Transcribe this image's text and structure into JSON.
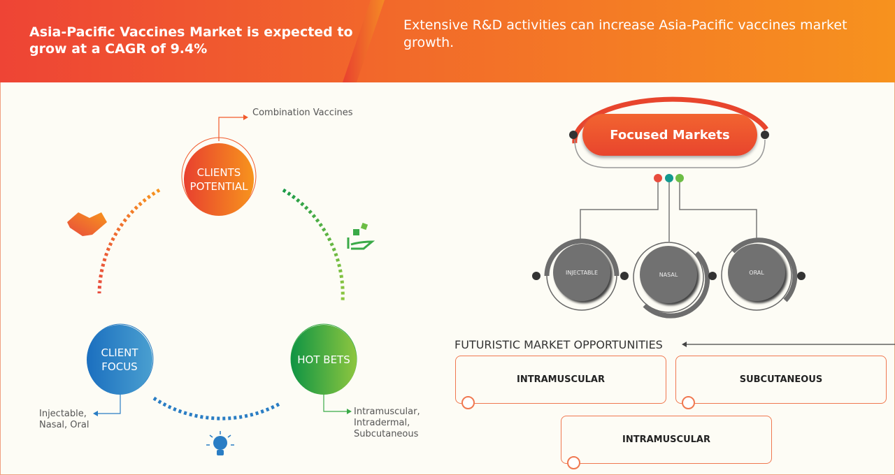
{
  "header": {
    "left_title": "Asia-Pacific Vaccines Market is expected to grow at a CAGR of 9.4%",
    "right_text": "Extensive R&D activities can increase Asia-Pacific vaccines market growth."
  },
  "cycle": {
    "clients_potential": {
      "label": "CLIENTS POTENTIAL",
      "note": "Combination Vaccines",
      "color": "#f15a2b"
    },
    "client_focus": {
      "label": "CLIENT FOCUS",
      "note": "Injectable, Nasal, Oral",
      "color": "#2a7dc4"
    },
    "hot_bets": {
      "label": "HOT BETS",
      "note": "Intramuscular, Intradermal, Subcutaneous",
      "color": "#3aaa48"
    },
    "icons": [
      "handshake-icon",
      "dice-hand-icon",
      "lightbulb-icon"
    ]
  },
  "focused": {
    "title": "Focused Markets",
    "markets": [
      "INJECTABLE",
      "NASAL",
      "ORAL"
    ],
    "dot_colors": [
      "#e84c3d",
      "#13998f",
      "#6cbd45"
    ]
  },
  "futuristic": {
    "title": "FUTURISTIC MARKET OPPORTUNITIES",
    "items": [
      "INTRAMUSCULAR",
      "SUBCUTANEOUS",
      "INTRAMUSCULAR"
    ]
  }
}
